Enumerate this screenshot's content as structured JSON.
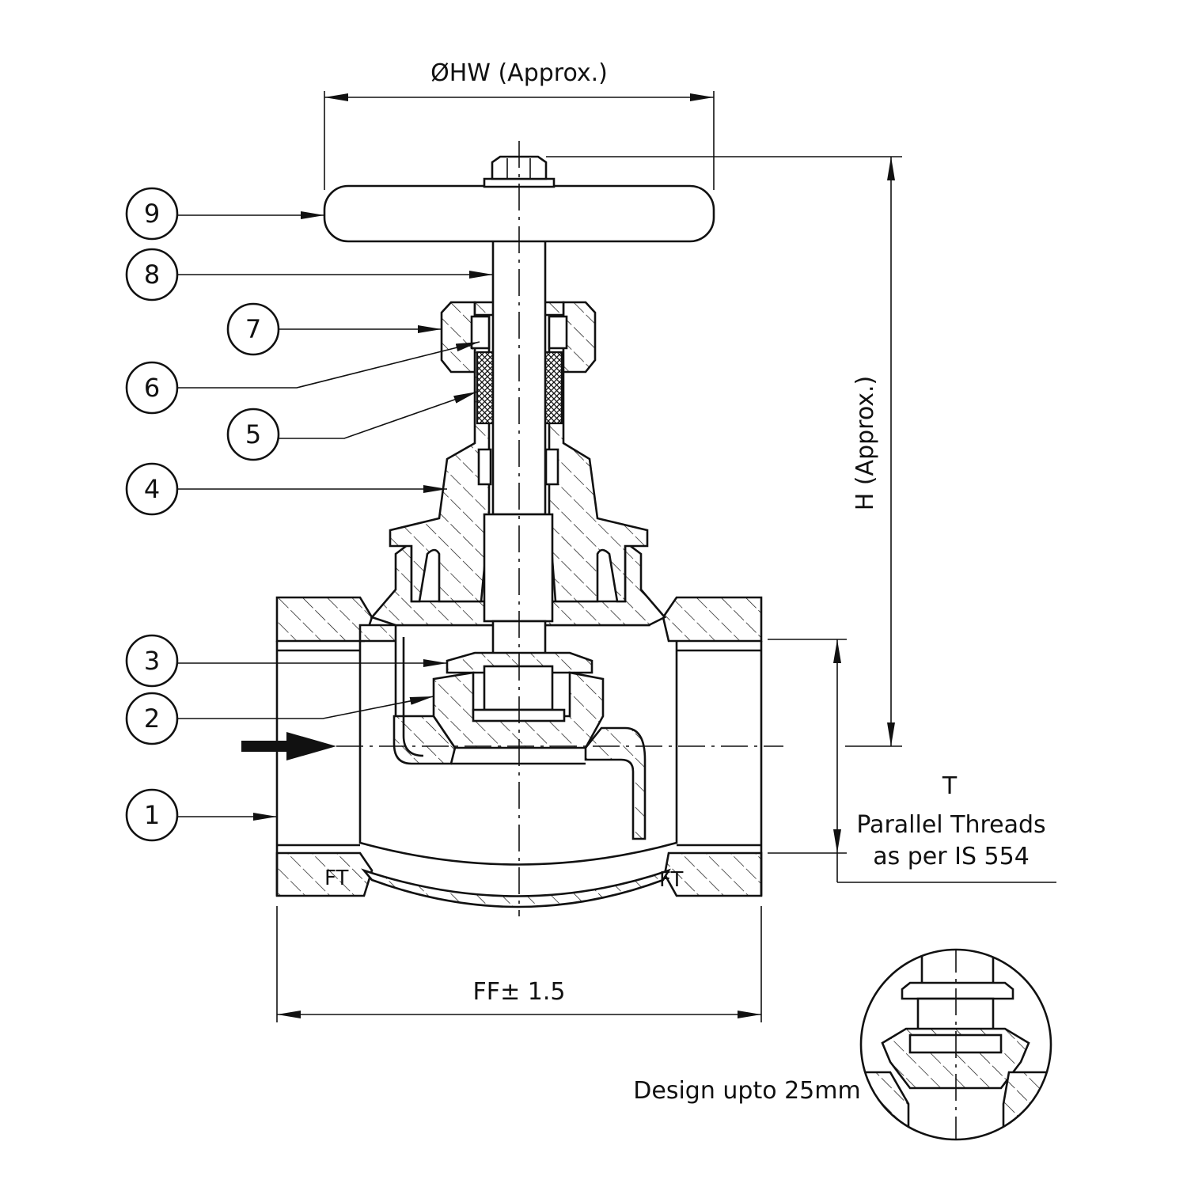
{
  "dimensions": {
    "handwheel_diameter": "ØHW (Approx.)",
    "height": "H (Approx.)",
    "face_to_face": "FF",
    "face_to_face_tolerance": "± 1.5",
    "thread_label": "T",
    "thread_note_line1": "Parallel Threads",
    "thread_note_line2": "as per IS 554"
  },
  "flat_markers": [
    "FT",
    "FT"
  ],
  "balloons": [
    "9",
    "8",
    "7",
    "6",
    "5",
    "4",
    "3",
    "2",
    "1"
  ],
  "detail_caption": "Design upto 25mm",
  "colors": {
    "line": "#111111",
    "background": "#ffffff"
  }
}
